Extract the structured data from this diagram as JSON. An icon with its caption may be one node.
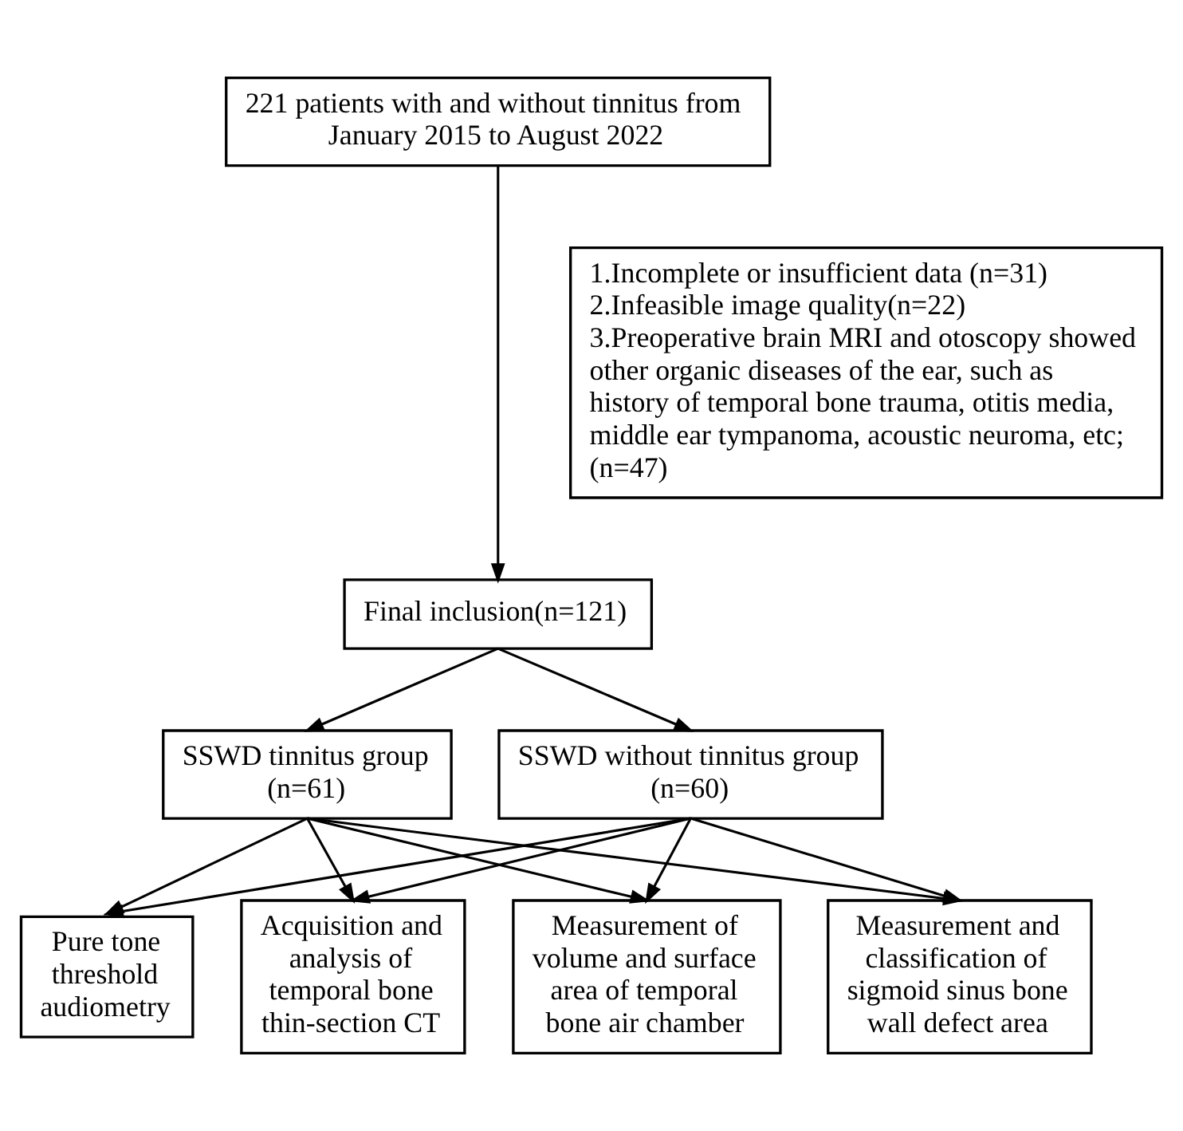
{
  "diagram": {
    "nodes": [
      {
        "text": [
          "221 patients with and without tinnitus from January 2015 to August 2022"
        ]
      },
      {
        "text": [
          "1.Incomplete or insufficient data (n=31)",
          "2.Infeasible image quality(n=22)",
          "3.Preoperative brain MRI and otoscopy showed other organic diseases of the ear, such as history of temporal bone trauma, otitis media, middle ear tympanoma, acoustic neuroma, etc; (n=47)"
        ]
      },
      {
        "text": [
          "Final inclusion(n=121)"
        ]
      },
      {
        "text": [
          "SSWD tinnitus group (n=61)"
        ]
      },
      {
        "text": [
          "SSWD without tinnitus group (n=60)"
        ]
      },
      {
        "text": [
          "Pure tone threshold audiometry"
        ]
      },
      {
        "text": [
          "Acquisition and analysis of temporal bone thin-section CT"
        ]
      },
      {
        "text": [
          "Measurement of volume and surface area of temporal bone air chamber"
        ]
      },
      {
        "text": [
          "Measurement and classification of sigmoid sinus bone wall defect area"
        ]
      }
    ],
    "edges": [
      {
        "from": 0,
        "to": 2,
        "arrow": "to"
      },
      {
        "from": 2,
        "to": 3,
        "arrow": "to"
      },
      {
        "from": 2,
        "to": 4,
        "arrow": "to"
      },
      {
        "from": 3,
        "to": 5,
        "arrow": "to"
      },
      {
        "from": 3,
        "to": 6,
        "arrow": "to"
      },
      {
        "from": 3,
        "to": 7,
        "arrow": "to"
      },
      {
        "from": 3,
        "to": 8,
        "arrow": "to"
      },
      {
        "from": 4,
        "to": 5,
        "arrow": "to"
      },
      {
        "from": 4,
        "to": 6,
        "arrow": "to"
      },
      {
        "from": 4,
        "to": 7,
        "arrow": "to"
      },
      {
        "from": 4,
        "to": 8,
        "arrow": "to"
      }
    ]
  }
}
